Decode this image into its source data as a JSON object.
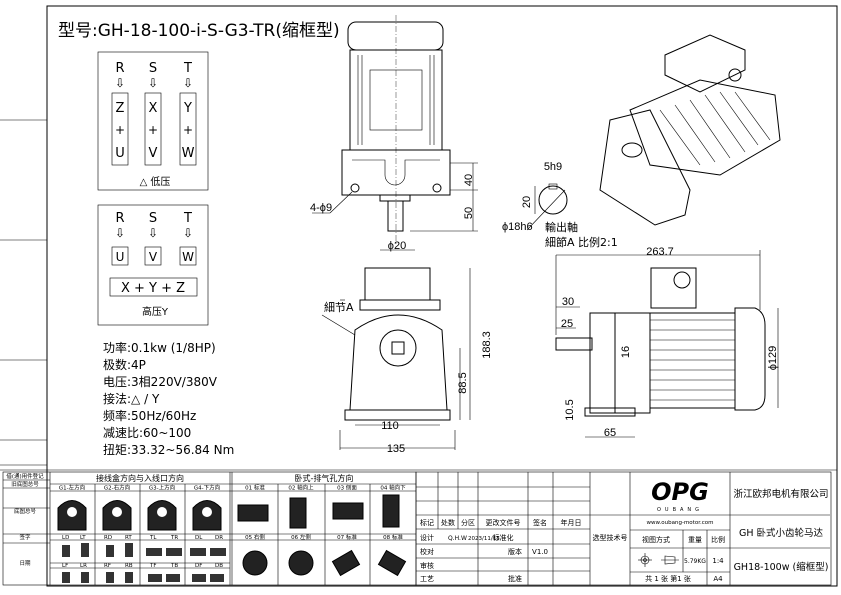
{
  "title": "型号:GH-18-100-i-S-G3-TR(缩框型)",
  "wiring_low": {
    "phases": [
      "R",
      "S",
      "T"
    ],
    "arrow": "⇩",
    "columns": [
      [
        "Z",
        "+",
        "U"
      ],
      [
        "X",
        "+",
        "V"
      ],
      [
        "Y",
        "+",
        "W"
      ]
    ],
    "label": "△ 低压"
  },
  "wiring_high": {
    "phases": [
      "R",
      "S",
      "T"
    ],
    "arrow": "⇩",
    "terminals": [
      "U",
      "V",
      "W"
    ],
    "bridge": "X + Y + Z",
    "label": "高压Y"
  },
  "specs": [
    "功率:0.1kw (1/8HP)",
    "极数:4P",
    "电压:3相220V/380V",
    "接法:△ / Y",
    "频率:50Hz/60Hz",
    "减速比:60~100",
    "扭矩:33.32~56.84 Nm"
  ],
  "dimensions": {
    "top_40": "40",
    "top_50": "50",
    "holes": "4-ϕ9",
    "shaft_dia": "ϕ20",
    "key": "5h9",
    "key_height": "20",
    "shaft_tol": "ϕ18h6",
    "output_shaft": "輸出軸",
    "detail_scale": "細節A 比例2:1",
    "detail_ref": "細节A",
    "height_total": "188.3",
    "center_height": "88.5",
    "foot_inner": "110",
    "foot_outer": "135",
    "length_total": "263.7",
    "shaft_30": "30",
    "shaft_25": "25",
    "offset_16": "16",
    "motor_dia": "ϕ129",
    "foot_thick": "10.5",
    "foot_65": "65"
  },
  "orientation_table": {
    "left_labels": [
      "借(通)用件登记",
      "旧底图总号",
      "底图总号",
      "签字",
      "日期"
    ],
    "junction_title": "接线盒方向与入线口方向",
    "vent_title": "卧式-排气孔方向",
    "junction_headers": [
      "G1-左方向",
      "G2-右方向",
      "G3-上方向",
      "G4-下方向"
    ],
    "vent_headers_top": [
      "01 标准",
      "02 轴向上",
      "03 侧面",
      "04 轴向下"
    ],
    "vent_headers_bottom": [
      "05 右侧",
      "06 左侧",
      "07 标准",
      "08 标准"
    ],
    "entry_codes_row1": [
      "LD",
      "LT",
      "RD",
      "RT",
      "TL",
      "TR",
      "DL",
      "DR"
    ],
    "entry_codes_row2": [
      "LF",
      "LR",
      "RF",
      "RB",
      "TF",
      "TB",
      "DF",
      "DB"
    ]
  },
  "title_block": {
    "revision_headers": [
      "标记",
      "处数",
      "分区",
      "更改文件号",
      "签名",
      "年月日"
    ],
    "roles": [
      "设计",
      "校对",
      "审核",
      "工艺"
    ],
    "designer": "Q.H.W",
    "date": "2023/11/13",
    "standardization": "标准化",
    "version_label": "版本",
    "version": "V1.0",
    "approve": "批准",
    "selection_no": "选型技术号",
    "logo": "OPG",
    "logo_sub": "OUBANG",
    "website": "www.oubang-motor.com",
    "view_method": "视图方式",
    "weight_label": "重量",
    "scale_label": "比例",
    "weight": "5.79KG",
    "scale": "1:4",
    "sheets": "共 1 张 第1 张",
    "paper": "A4",
    "company": "浙江欧邦电机有限公司",
    "product": "GH 卧式小齿轮马达",
    "model": "GH18-100w (缩框型)"
  }
}
